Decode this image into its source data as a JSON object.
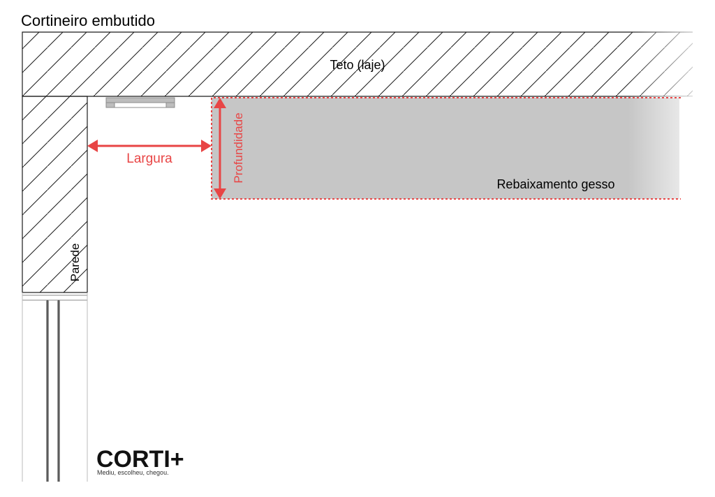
{
  "title": "Cortineiro embutido",
  "labels": {
    "ceiling": "Teto (laje)",
    "wall": "Parede",
    "drop_ceiling": "Rebaixamento gesso",
    "width": "Largura",
    "depth": "Profundidade"
  },
  "logo": {
    "name": "CORTI+",
    "tagline": "Mediu, escolheu, chegou."
  },
  "colors": {
    "dimension": "#e84545",
    "drop_ceiling_fill": "#c6c6c6",
    "line": "#1a1a1a",
    "rail": "#8c8c8c"
  }
}
